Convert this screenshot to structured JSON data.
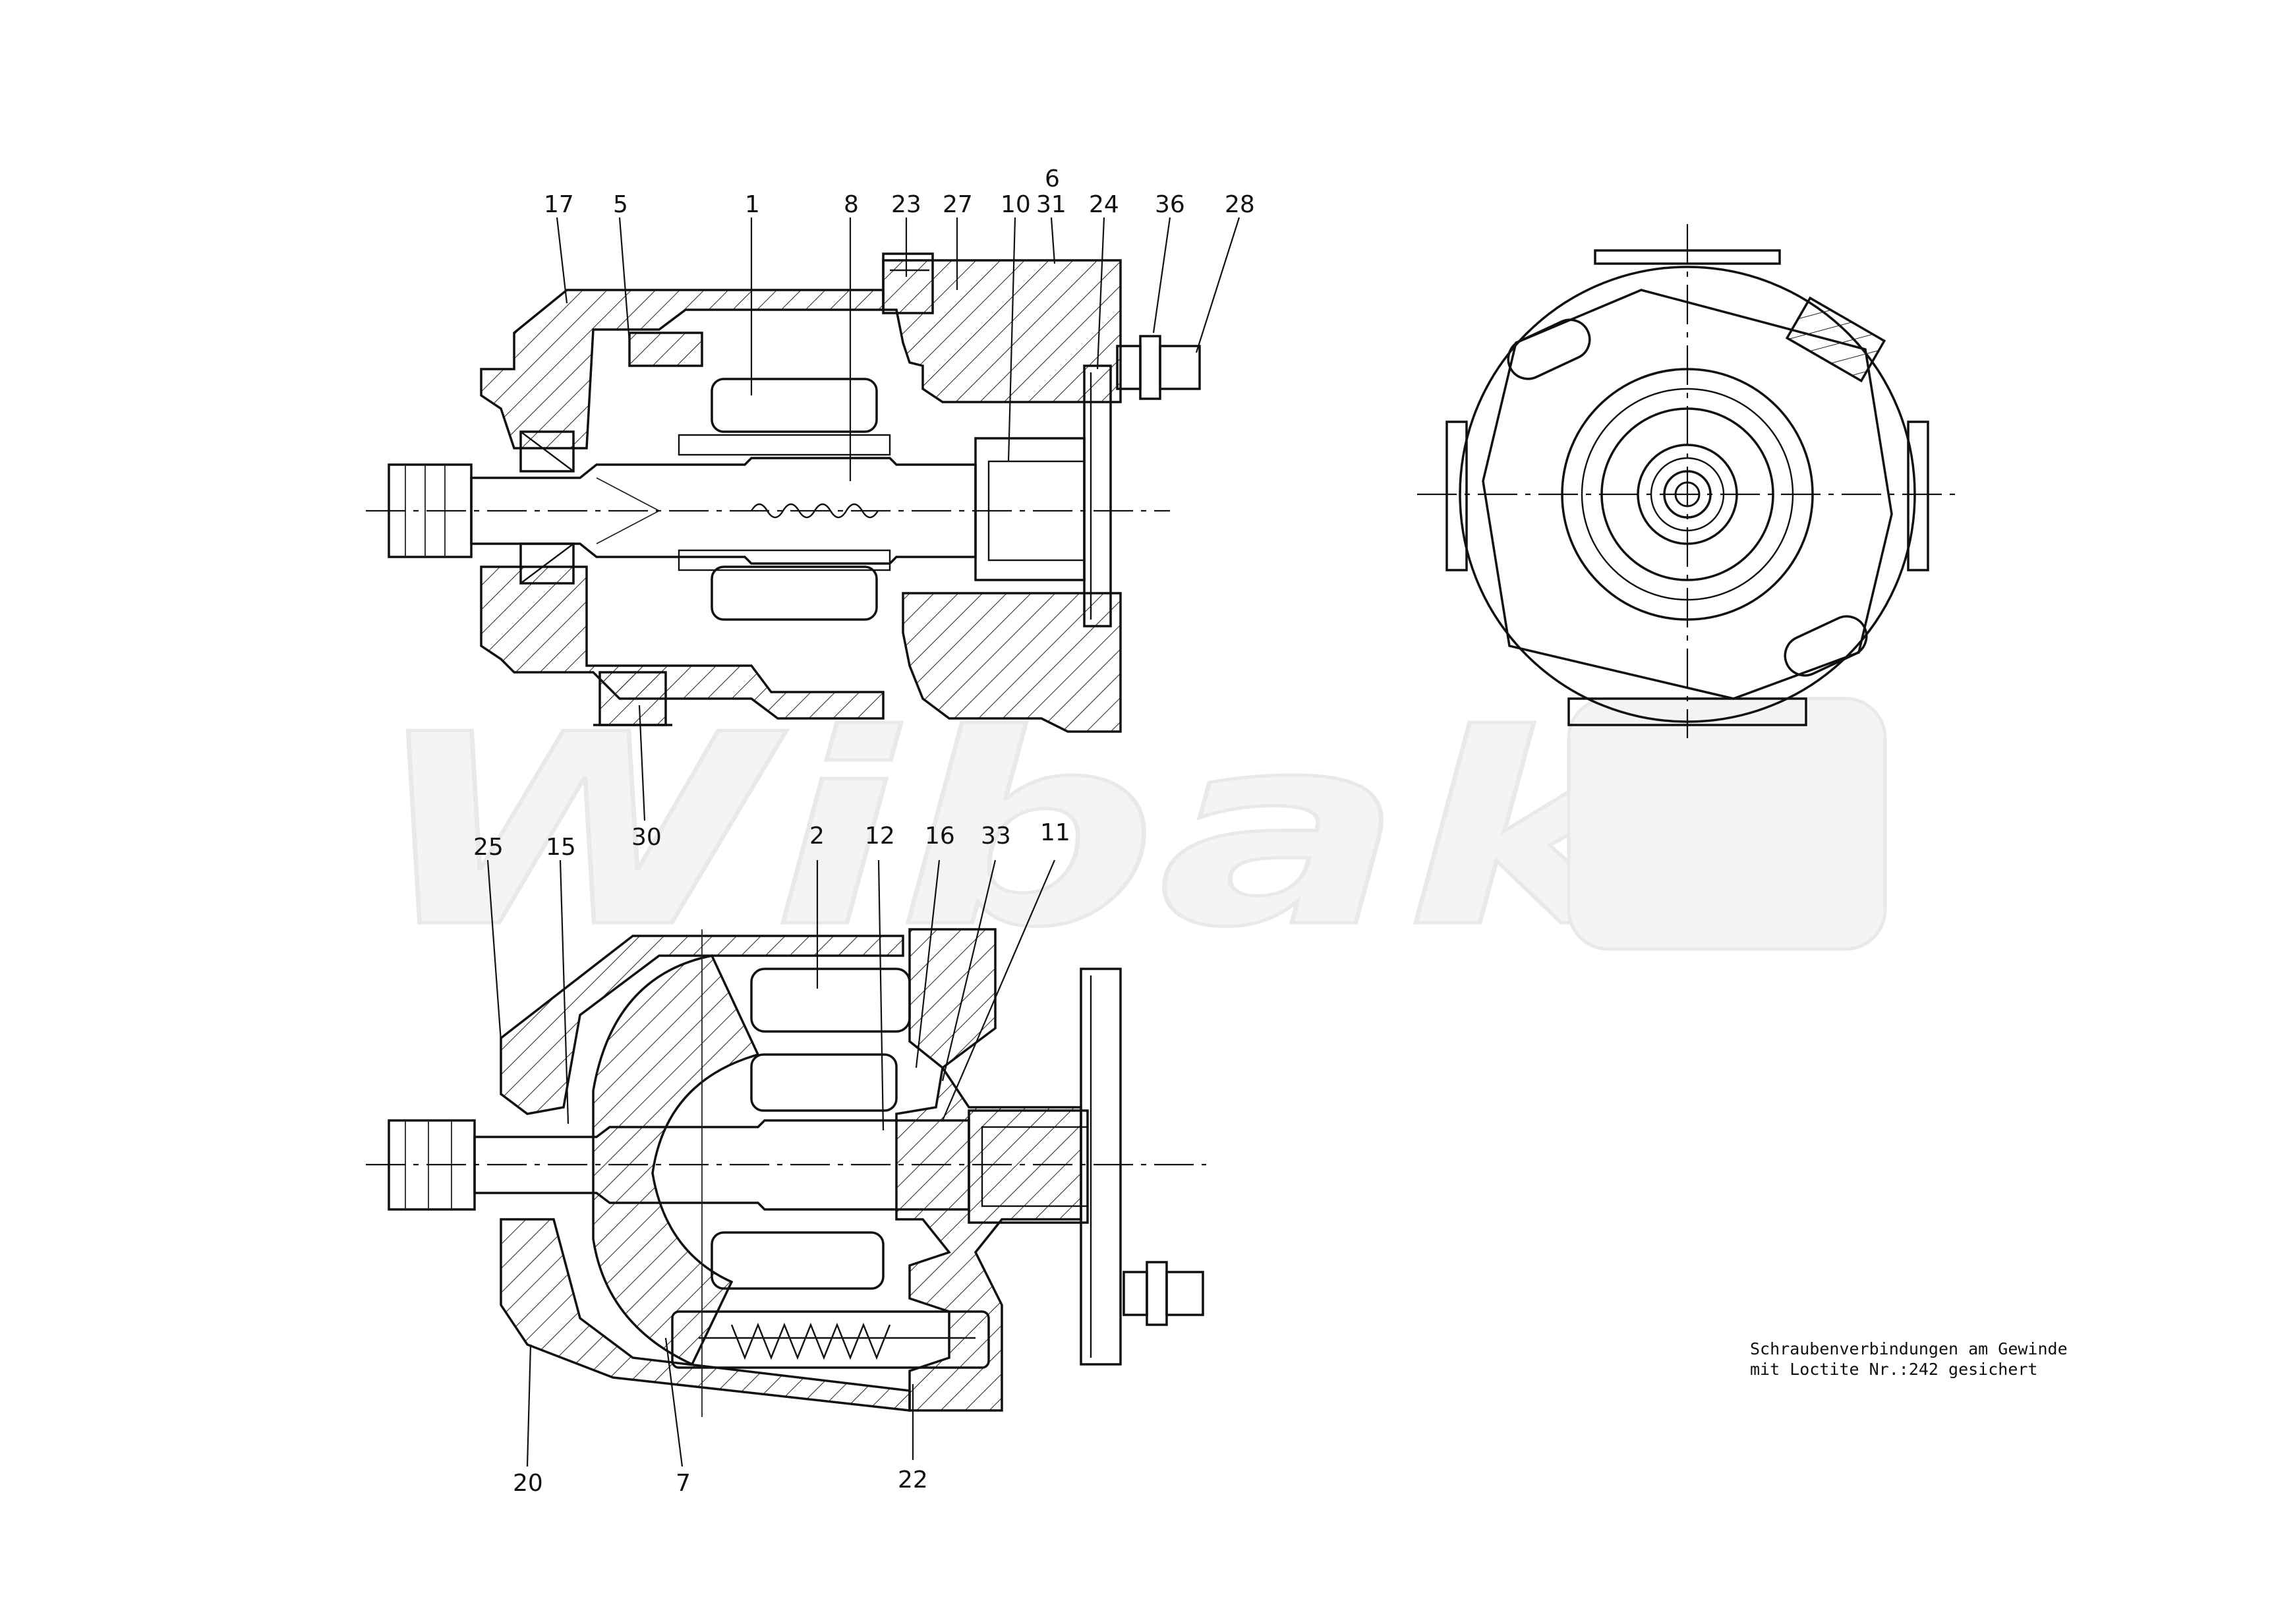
{
  "watermark": "Wibako",
  "callouts": {
    "c17": "17",
    "c5": "5",
    "c1": "1",
    "c8": "8",
    "c23": "23",
    "c27": "27",
    "c6": "6",
    "c10": "10",
    "c31": "31",
    "c24": "24",
    "c36": "36",
    "c28": "28",
    "c30": "30",
    "c25": "25",
    "c15": "15",
    "c2": "2",
    "c12": "12",
    "c16": "16",
    "c33": "33",
    "c11": "11",
    "c20": "20",
    "c7": "7",
    "c22": "22"
  },
  "note": {
    "line1": "Schraubenverbindungen am  Gewinde",
    "line2": "mit Loctite  Nr.:242 gesichert"
  }
}
